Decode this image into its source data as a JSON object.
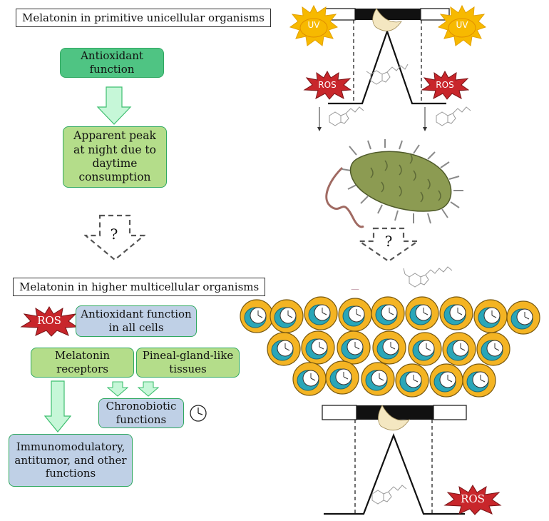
{
  "top_section": {
    "title": "Melatonin in primitive unicellular organisms",
    "antioxidant_function": "Antioxidant function",
    "peak_note": "Apparent peak at night due to daytime consumption"
  },
  "bottom_section": {
    "title": "Melatonin in higher multicellular organisms",
    "antioxidant_all_cells": "Antioxidant function in all cells",
    "melatonin_receptors": "Melatonin receptors",
    "pineal_like": "Pineal-gland-like tissues",
    "chronobiotic": "Chronobiotic functions",
    "immunomodulatory": "Immunomodulatory, antitumor, and other functions"
  },
  "labels": {
    "uv": "UV",
    "ros": "ROS",
    "question": "?"
  },
  "colors": {
    "green_dark": "#4fc483",
    "green_light": "#b4dd8a",
    "blue_box": "#bfd0e6",
    "arrow_green": "#c6f7d8",
    "ros_red": "#c8262b",
    "sun_yellow": "#f7b900",
    "cell_orange": "#f4b423",
    "bacterium": "#8c9b52"
  },
  "icons": [
    "sun-icon",
    "ros-burst-icon",
    "moon-icon",
    "melatonin-molecule-icon",
    "bacterium-icon",
    "cell-clock-icon",
    "clock-icon",
    "receptor-icon"
  ]
}
